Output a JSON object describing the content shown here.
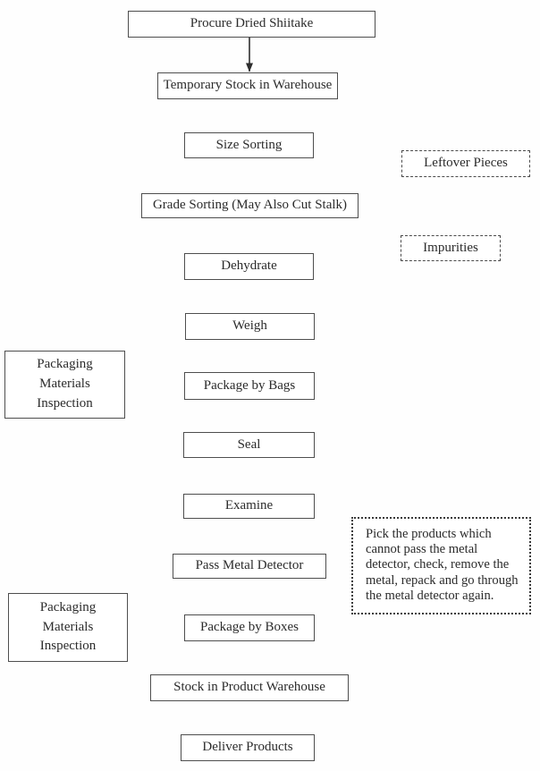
{
  "nodes": {
    "procure": "Procure Dried Shiitake",
    "temp_stock": "Temporary Stock in Warehouse",
    "size_sorting": "Size Sorting",
    "grade_sorting": "Grade Sorting (May Also Cut Stalk)",
    "dehydrate": "Dehydrate",
    "weigh": "Weigh",
    "package_bags": "Package by Bags",
    "seal": "Seal",
    "examine": "Examine",
    "metal_detector": "Pass Metal Detector",
    "package_boxes": "Package by Boxes",
    "stock_warehouse": "Stock in Product Warehouse",
    "deliver": "Deliver Products",
    "packaging_inspection_1": "Packaging\nMaterials\nInspection",
    "packaging_inspection_2": "Packaging\nMaterials\nInspection",
    "leftover": "Leftover Pieces",
    "impurities": "Impurities",
    "metal_note": "Pick the products which\ncannot pass the metal\ndetector, check, remove the\nmetal, repack and go through\nthe metal detector again."
  },
  "colors": {
    "line": "#2e2e2e",
    "border": "#4e4e4e",
    "background": "#fefefe"
  }
}
